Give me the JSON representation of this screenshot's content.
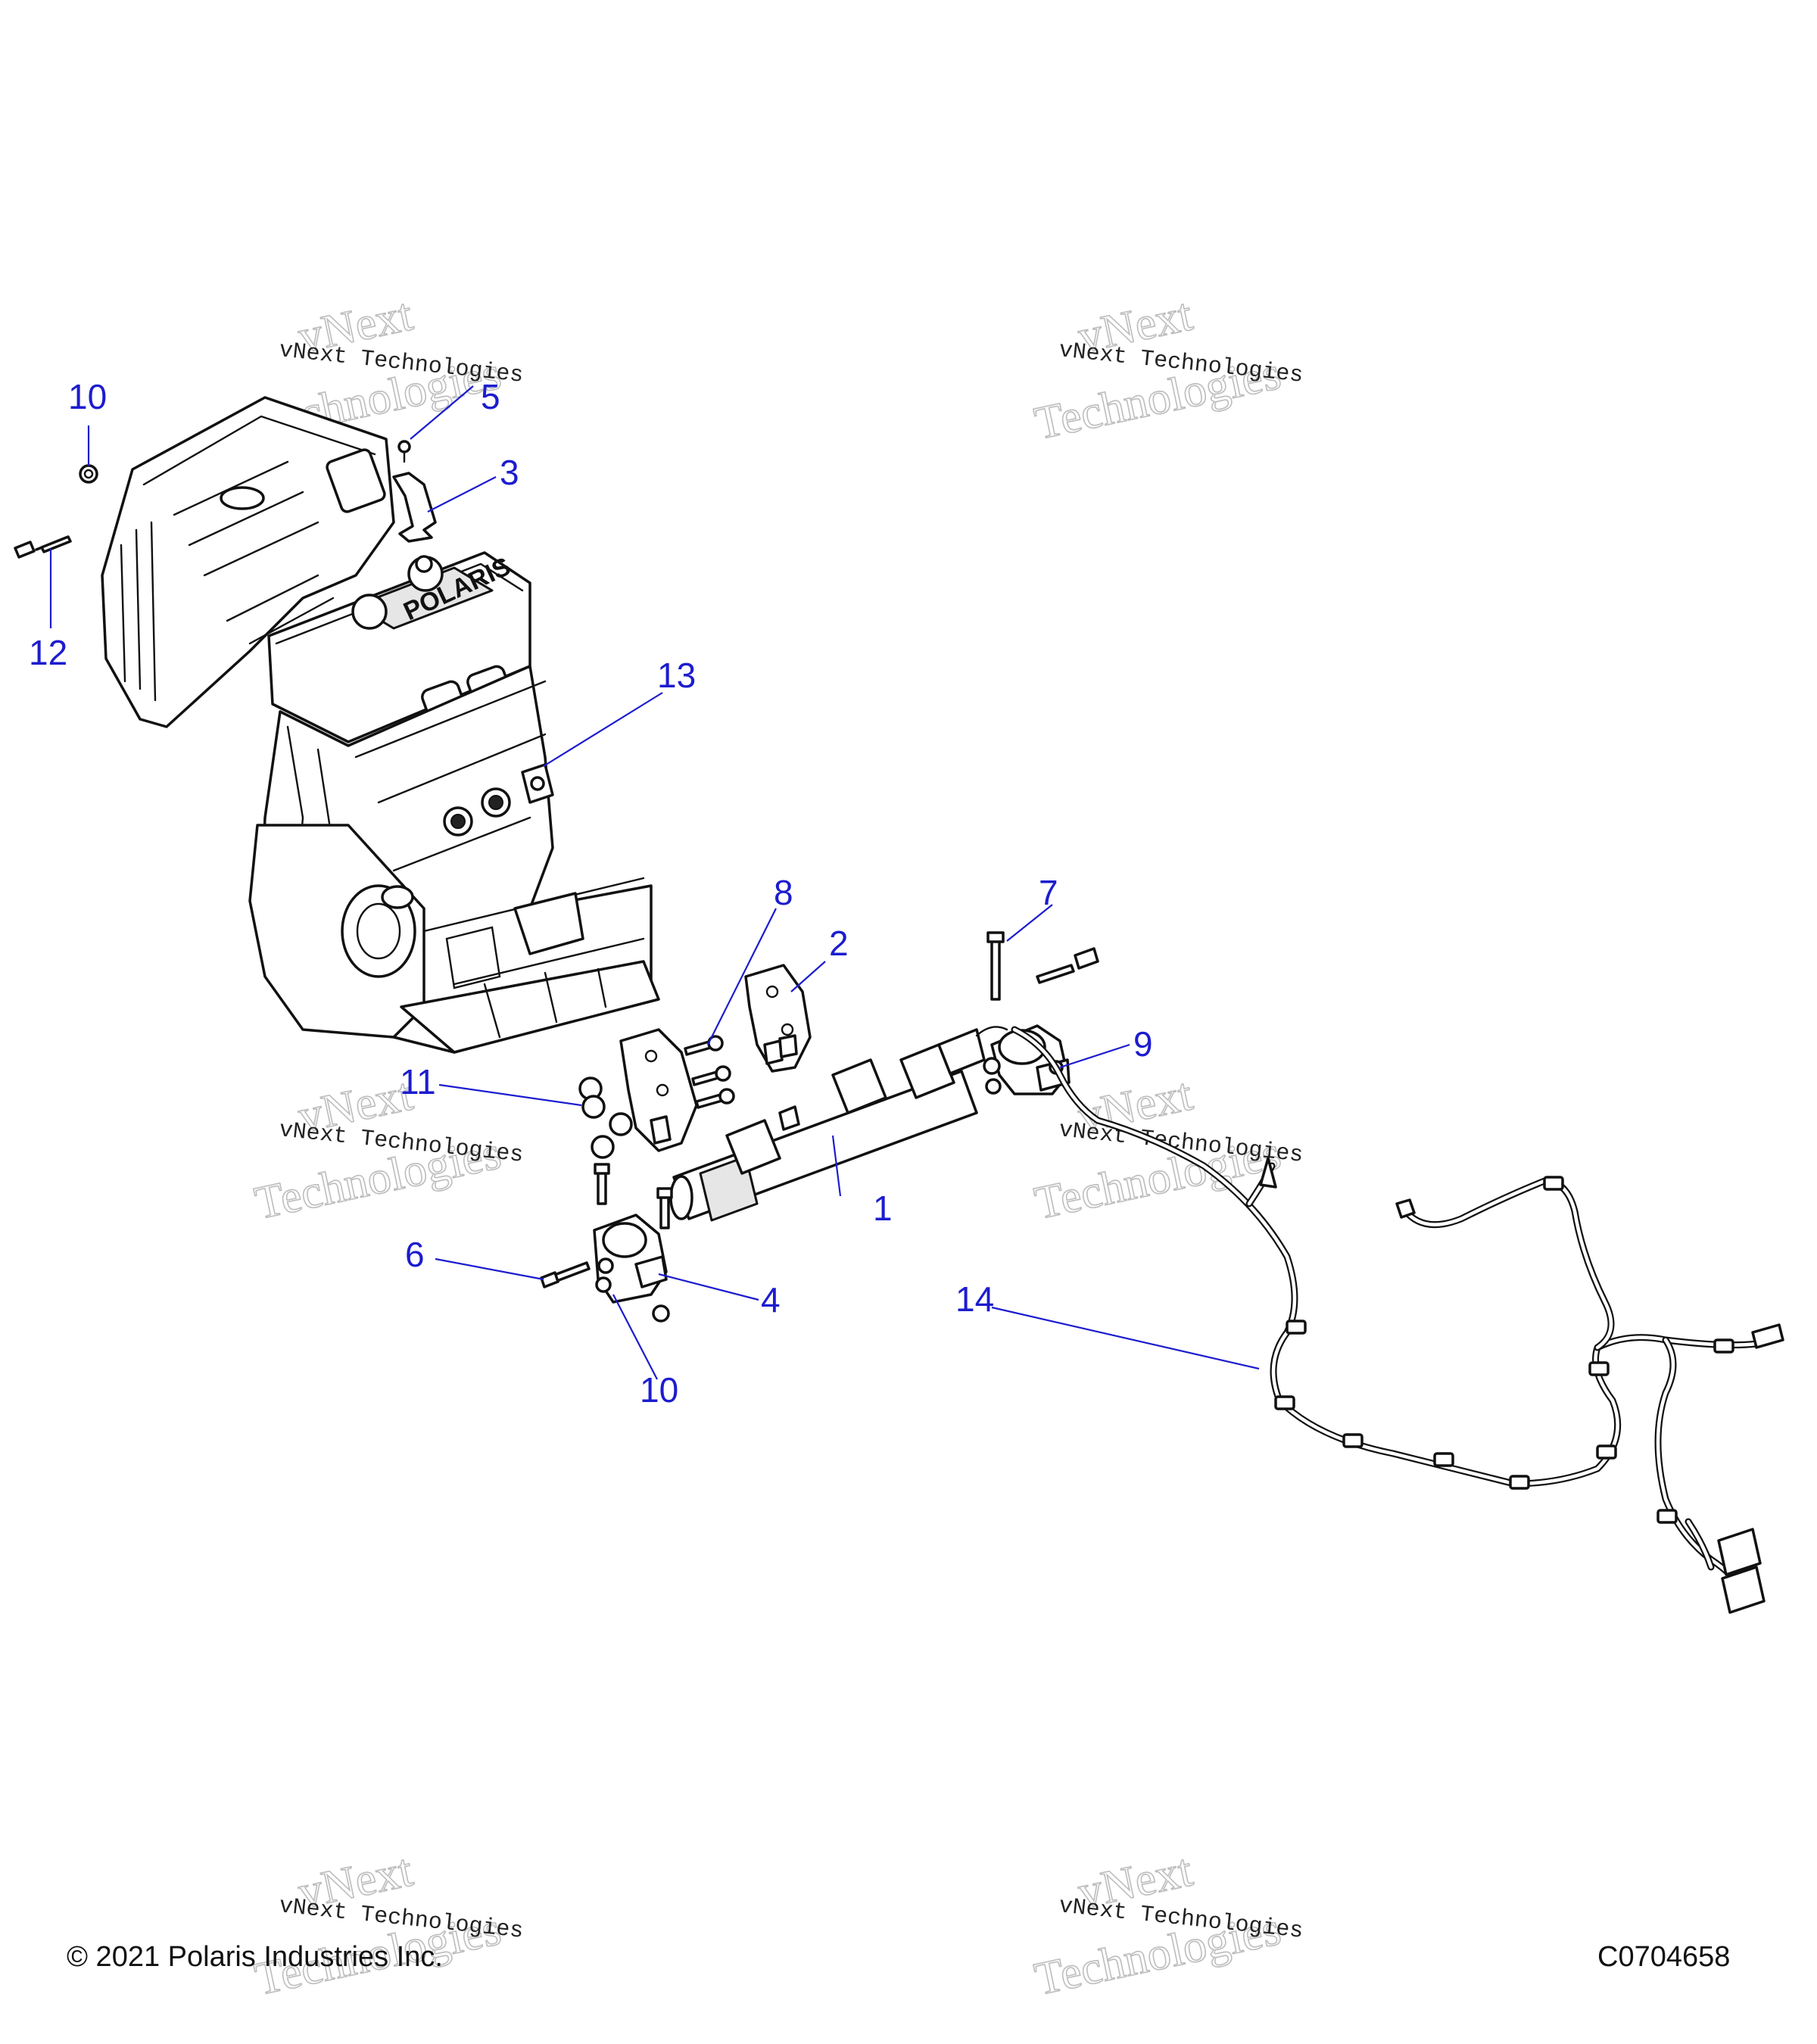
{
  "watermark": {
    "brand": "vNext",
    "line1": "vNext Technologies",
    "line2": "Technologies"
  },
  "callouts": [
    {
      "id": "1",
      "label": "1"
    },
    {
      "id": "2",
      "label": "2"
    },
    {
      "id": "3",
      "label": "3"
    },
    {
      "id": "4",
      "label": "4"
    },
    {
      "id": "5",
      "label": "5"
    },
    {
      "id": "6",
      "label": "6"
    },
    {
      "id": "7",
      "label": "7"
    },
    {
      "id": "8",
      "label": "8"
    },
    {
      "id": "9",
      "label": "9"
    },
    {
      "id": "10a",
      "label": "10"
    },
    {
      "id": "10b",
      "label": "10"
    },
    {
      "id": "11",
      "label": "11"
    },
    {
      "id": "12",
      "label": "12"
    },
    {
      "id": "13",
      "label": "13"
    },
    {
      "id": "14",
      "label": "14"
    }
  ],
  "engine": {
    "brand_text": "POLARIS"
  },
  "footer": {
    "copyright": "© 2021 Polaris Industries Inc.",
    "drawing_number": "C0704658"
  },
  "colors": {
    "callout": "#1c1ccf",
    "line_art": "#111111",
    "watermark": "#bdbdbd"
  }
}
